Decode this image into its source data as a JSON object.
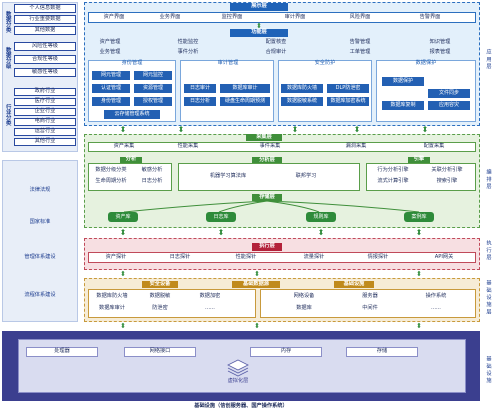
{
  "left": {
    "groups": [
      {
        "label": "数据分类",
        "items": [
          "个人信息数据",
          "行业重要数据",
          "其他数据"
        ]
      },
      {
        "label": "数据分级",
        "items": [
          "风险性等级",
          "合规性等级",
          "敏感性等级"
        ]
      },
      {
        "label": "行业分类",
        "items": [
          "政府行业",
          "医疗行业",
          "企业行业",
          "电商行业",
          "运营行业",
          "其他行业"
        ]
      }
    ],
    "sections": [
      "法律法规",
      "国家标准",
      "管理体系建设",
      "流程体系建设"
    ]
  },
  "right_labels": [
    "应用层",
    "编排层",
    "执行层",
    "基础设施层",
    "基础设施"
  ],
  "display": {
    "title": "展示层",
    "items": [
      "资产界面",
      "业务界面",
      "监控界面",
      "审计界面",
      "风险界面",
      "告警界面"
    ]
  },
  "function": {
    "title": "功能层",
    "row1": [
      "资产管理",
      "性能监控",
      "配置核查",
      "告警管理",
      "知识管理"
    ],
    "row2": [
      "业务管理",
      "事件分析",
      "合规审计",
      "工单管理",
      "报表管理"
    ],
    "groups": [
      {
        "title": "身份管理",
        "chips": [
          "网元管理",
          "网元监控",
          "认证管理",
          "资源管理",
          "身份管理",
          "授权管理",
          "云存储管理系统"
        ]
      },
      {
        "title": "审计管理",
        "chips": [
          "日志审计",
          "数据库审计",
          "日志分析",
          "硬盘生命周期预测"
        ]
      },
      {
        "title": "安全防护",
        "chips": [
          "数据库防火墙",
          "DLP防泄密",
          "数据脱敏系统",
          "数据库加密系统"
        ]
      },
      {
        "title": "数据保护",
        "chips": [
          "数据保护",
          "文件同步",
          "数据库复制",
          "应用容灾"
        ]
      }
    ]
  },
  "collect": {
    "title": "采集层",
    "items": [
      "资产采集",
      "性能采集",
      "事件采集",
      "漏洞采集",
      "配置采集"
    ]
  },
  "analysis": {
    "title": "分析层",
    "left_title": "分析",
    "left_items": [
      "数据分级分类",
      "敏感分析",
      "生命周期分析",
      "日志分析"
    ],
    "mid_items": [
      "机器学习算法库",
      "联邦学习"
    ],
    "right_title": "引擎",
    "right_items": [
      "行为分析引擎",
      "关联分析引擎",
      "流式计算引擎",
      "搜索引擎"
    ]
  },
  "storage": {
    "title": "存储层",
    "dbs": [
      "资产库",
      "日志库",
      "规则库",
      "案例库"
    ]
  },
  "exec": {
    "title": "执行层",
    "items": [
      "资产探针",
      "日志探针",
      "性能探针",
      "流量探针",
      "情报探针",
      "API网关"
    ]
  },
  "infra": {
    "safety_title": "安全设备",
    "safety": [
      "数据库防火墙",
      "数据脱敏",
      "数据加密",
      "数据库审计",
      "防泄密"
    ],
    "base_title": "基础数据源",
    "base_title2": "基础设施",
    "base": [
      "网络设备",
      "服务器",
      "操作系统",
      "数据库",
      "中间件"
    ],
    "ellipsis": "......"
  },
  "bottom": {
    "cells": [
      "处理器",
      "网络接口",
      "内存",
      "存储"
    ],
    "virtual": "虚拟化层",
    "footer": "基础设施（信创服务器、国产操作系统）"
  }
}
